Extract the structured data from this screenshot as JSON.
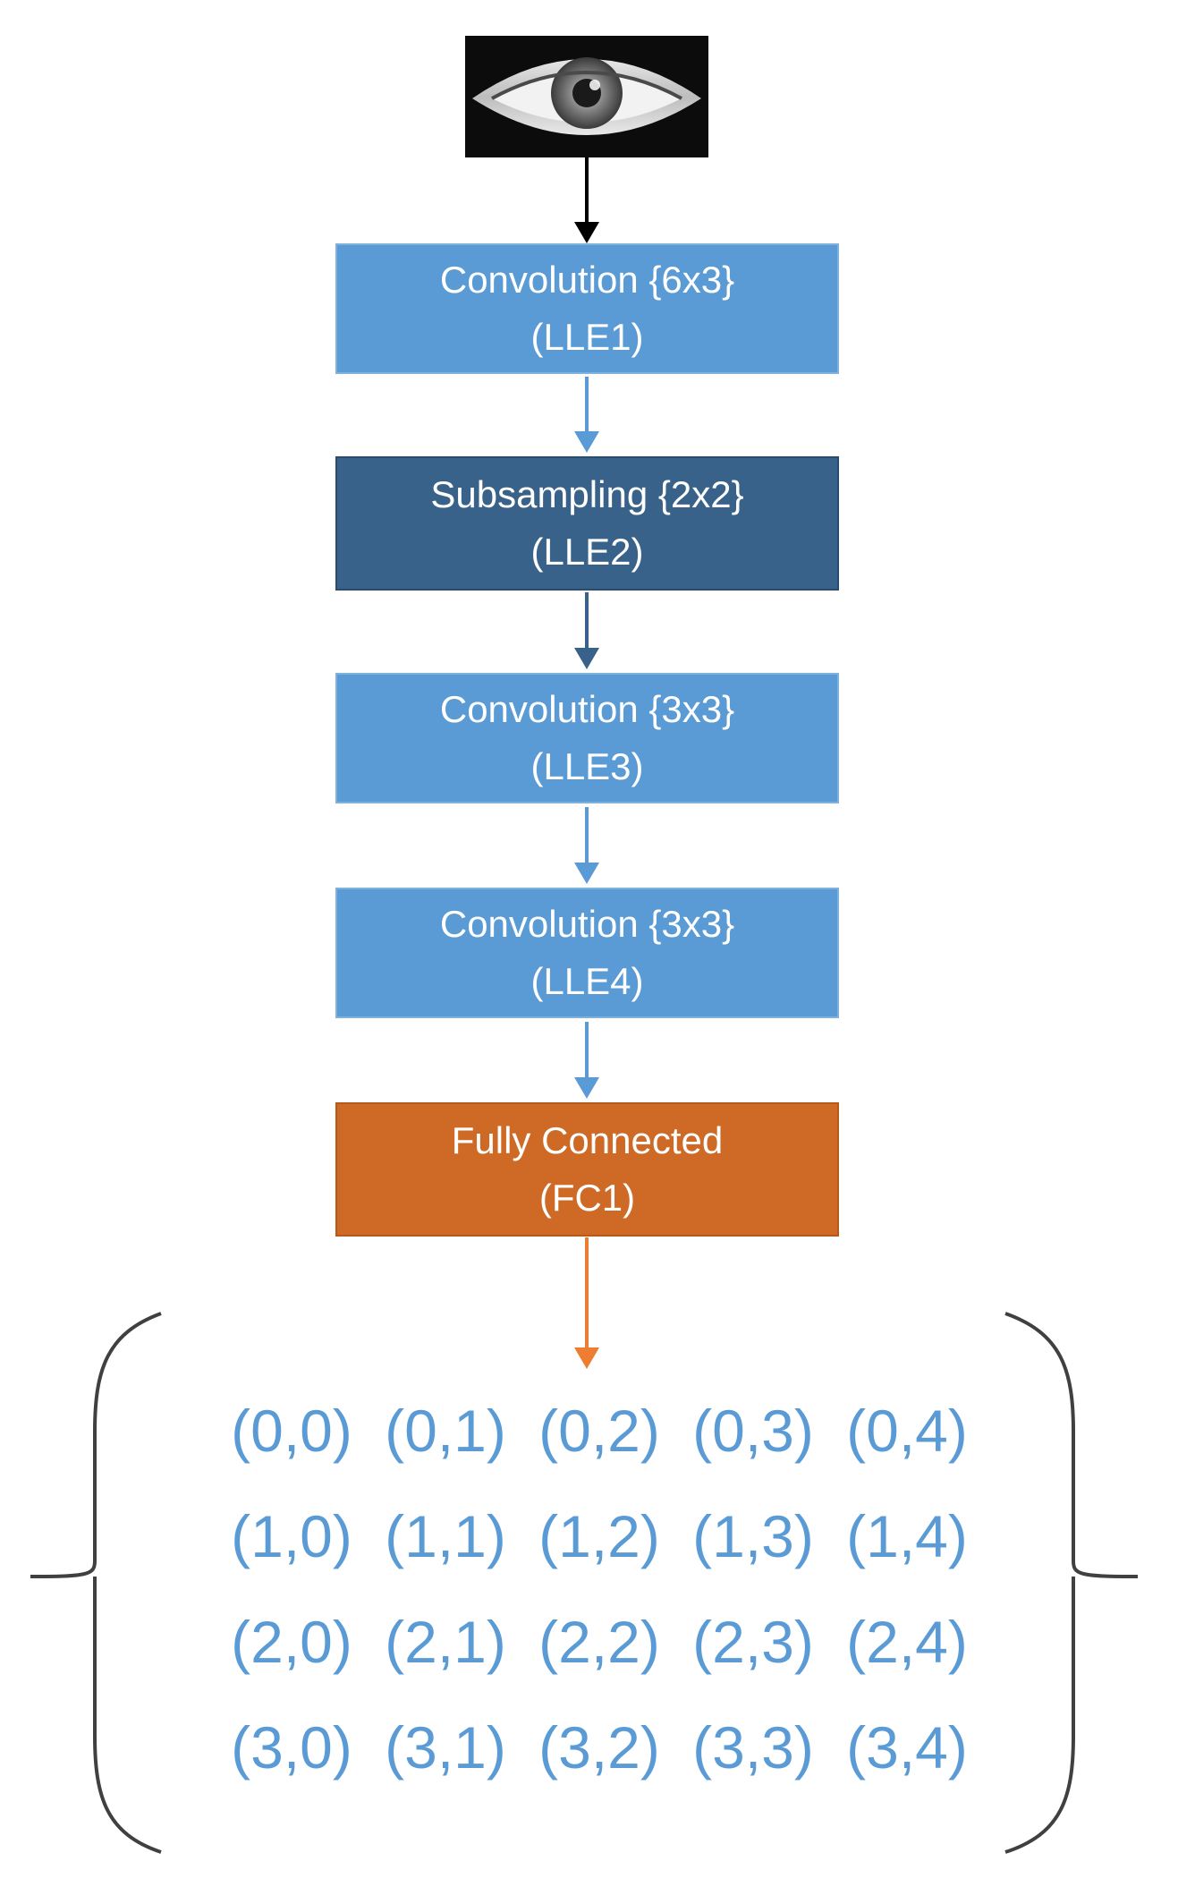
{
  "input": {
    "icon": "eye-image"
  },
  "stages": [
    {
      "name": "Convolution {6x3}",
      "code": "(LLE1)",
      "color": "#5b9bd5"
    },
    {
      "name": "Subsampling {2x2}",
      "code": "(LLE2)",
      "color": "#386289"
    },
    {
      "name": "Convolution {3x3}",
      "code": "(LLE3)",
      "color": "#5b9bd5"
    },
    {
      "name": "Convolution {3x3}",
      "code": "(LLE4)",
      "color": "#5b9bd5"
    },
    {
      "name": "Fully Connected",
      "code": "(FC1)",
      "color": "#cf6a26"
    }
  ],
  "output_matrix": [
    [
      "(0,0)",
      "(0,1)",
      "(0,2)",
      "(0,3)",
      "(0,4)"
    ],
    [
      "(1,0)",
      "(1,1)",
      "(1,2)",
      "(1,3)",
      "(1,4)"
    ],
    [
      "(2,0)",
      "(2,1)",
      "(2,2)",
      "(2,3)",
      "(2,4)"
    ],
    [
      "(3,0)",
      "(3,1)",
      "(3,2)",
      "(3,3)",
      "(3,4)"
    ]
  ]
}
